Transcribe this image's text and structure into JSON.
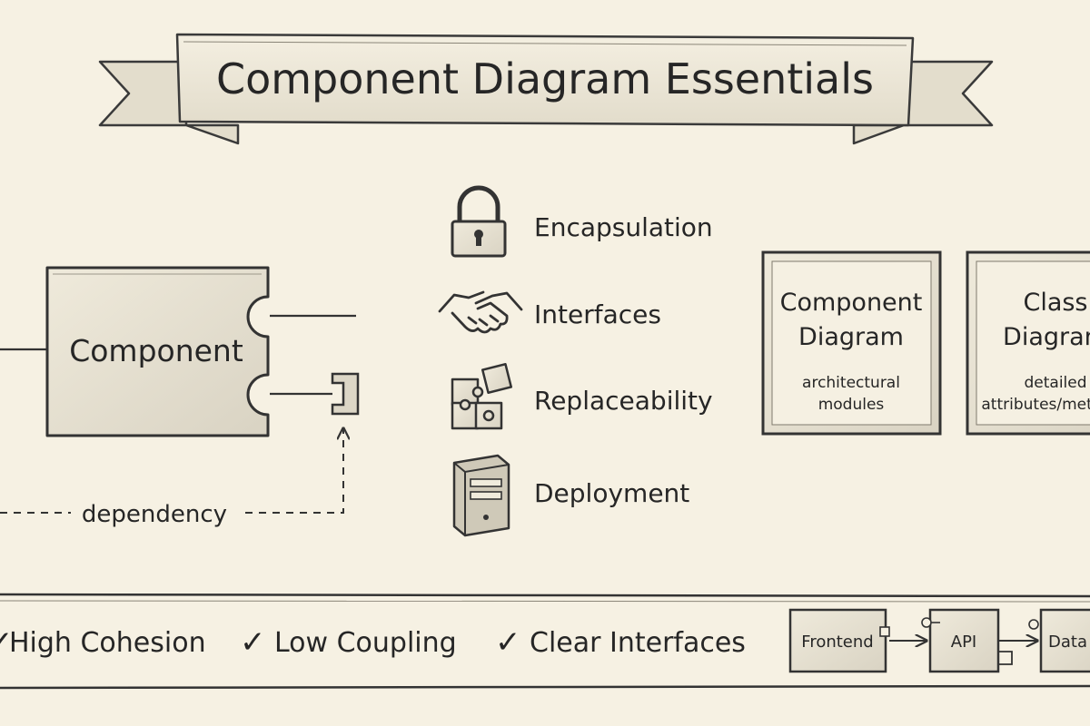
{
  "banner": {
    "title": "Component Diagram Essentials"
  },
  "component": {
    "label": "Component",
    "dependency_label": "dependency"
  },
  "features": [
    {
      "icon": "lock-icon",
      "label": "Encapsulation"
    },
    {
      "icon": "handshake-icon",
      "label": "Interfaces"
    },
    {
      "icon": "puzzle-icon",
      "label": "Replaceability"
    },
    {
      "icon": "server-icon",
      "label": "Deployment"
    }
  ],
  "comparison": [
    {
      "title_line1": "Component",
      "title_line2": "Diagram",
      "desc_line1": "architectural",
      "desc_line2": "modules"
    },
    {
      "title_line1": "Class",
      "title_line2": "Diagram",
      "desc_line1": "detailed",
      "desc_line2": "attributes/methods"
    }
  ],
  "principles": [
    {
      "check": "✓",
      "label": "High Cohesion"
    },
    {
      "check": "✓",
      "label": "Low Coupling"
    },
    {
      "check": "✓",
      "label": "Clear Interfaces"
    }
  ],
  "flow": [
    {
      "label": "Frontend"
    },
    {
      "label": "API"
    },
    {
      "label": "Data"
    }
  ]
}
